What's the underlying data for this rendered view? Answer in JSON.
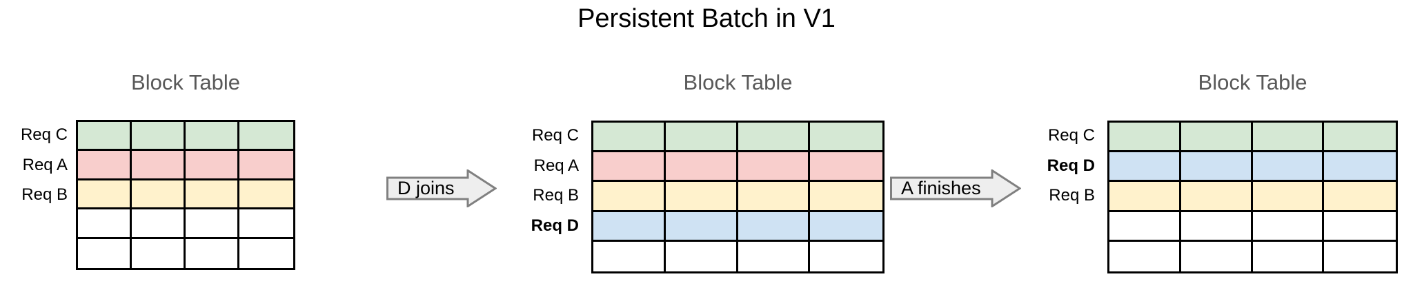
{
  "title": "Persistent Batch in V1",
  "colors": {
    "green": "#d5e8d4",
    "red": "#f8cecc",
    "yellow": "#fff2cc",
    "blue": "#cfe2f3",
    "empty": "#ffffff",
    "grid_line": "#000000",
    "panel_title": "#595959",
    "arrow_fill": "#eeeeee",
    "arrow_stroke": "#808080"
  },
  "panels": [
    {
      "title": "Block Table",
      "columns": 4,
      "rows": [
        {
          "label": "Req C",
          "bold": false,
          "color": "green"
        },
        {
          "label": "Req A",
          "bold": false,
          "color": "red"
        },
        {
          "label": "Req B",
          "bold": false,
          "color": "yellow"
        },
        {
          "label": "",
          "bold": false,
          "color": "empty"
        },
        {
          "label": "",
          "bold": false,
          "color": "empty"
        }
      ]
    },
    {
      "title": "Block Table",
      "columns": 4,
      "rows": [
        {
          "label": "Req C",
          "bold": false,
          "color": "green"
        },
        {
          "label": "Req A",
          "bold": false,
          "color": "red"
        },
        {
          "label": "Req B",
          "bold": false,
          "color": "yellow"
        },
        {
          "label": "Req D",
          "bold": true,
          "color": "blue"
        },
        {
          "label": "",
          "bold": false,
          "color": "empty"
        }
      ]
    },
    {
      "title": "Block Table",
      "columns": 4,
      "rows": [
        {
          "label": "Req C",
          "bold": false,
          "color": "green"
        },
        {
          "label": "Req D",
          "bold": true,
          "color": "blue"
        },
        {
          "label": "Req B",
          "bold": false,
          "color": "yellow"
        },
        {
          "label": "",
          "bold": false,
          "color": "empty"
        },
        {
          "label": "",
          "bold": false,
          "color": "empty"
        }
      ]
    }
  ],
  "arrows": [
    {
      "label": "D joins"
    },
    {
      "label": "A finishes"
    }
  ]
}
